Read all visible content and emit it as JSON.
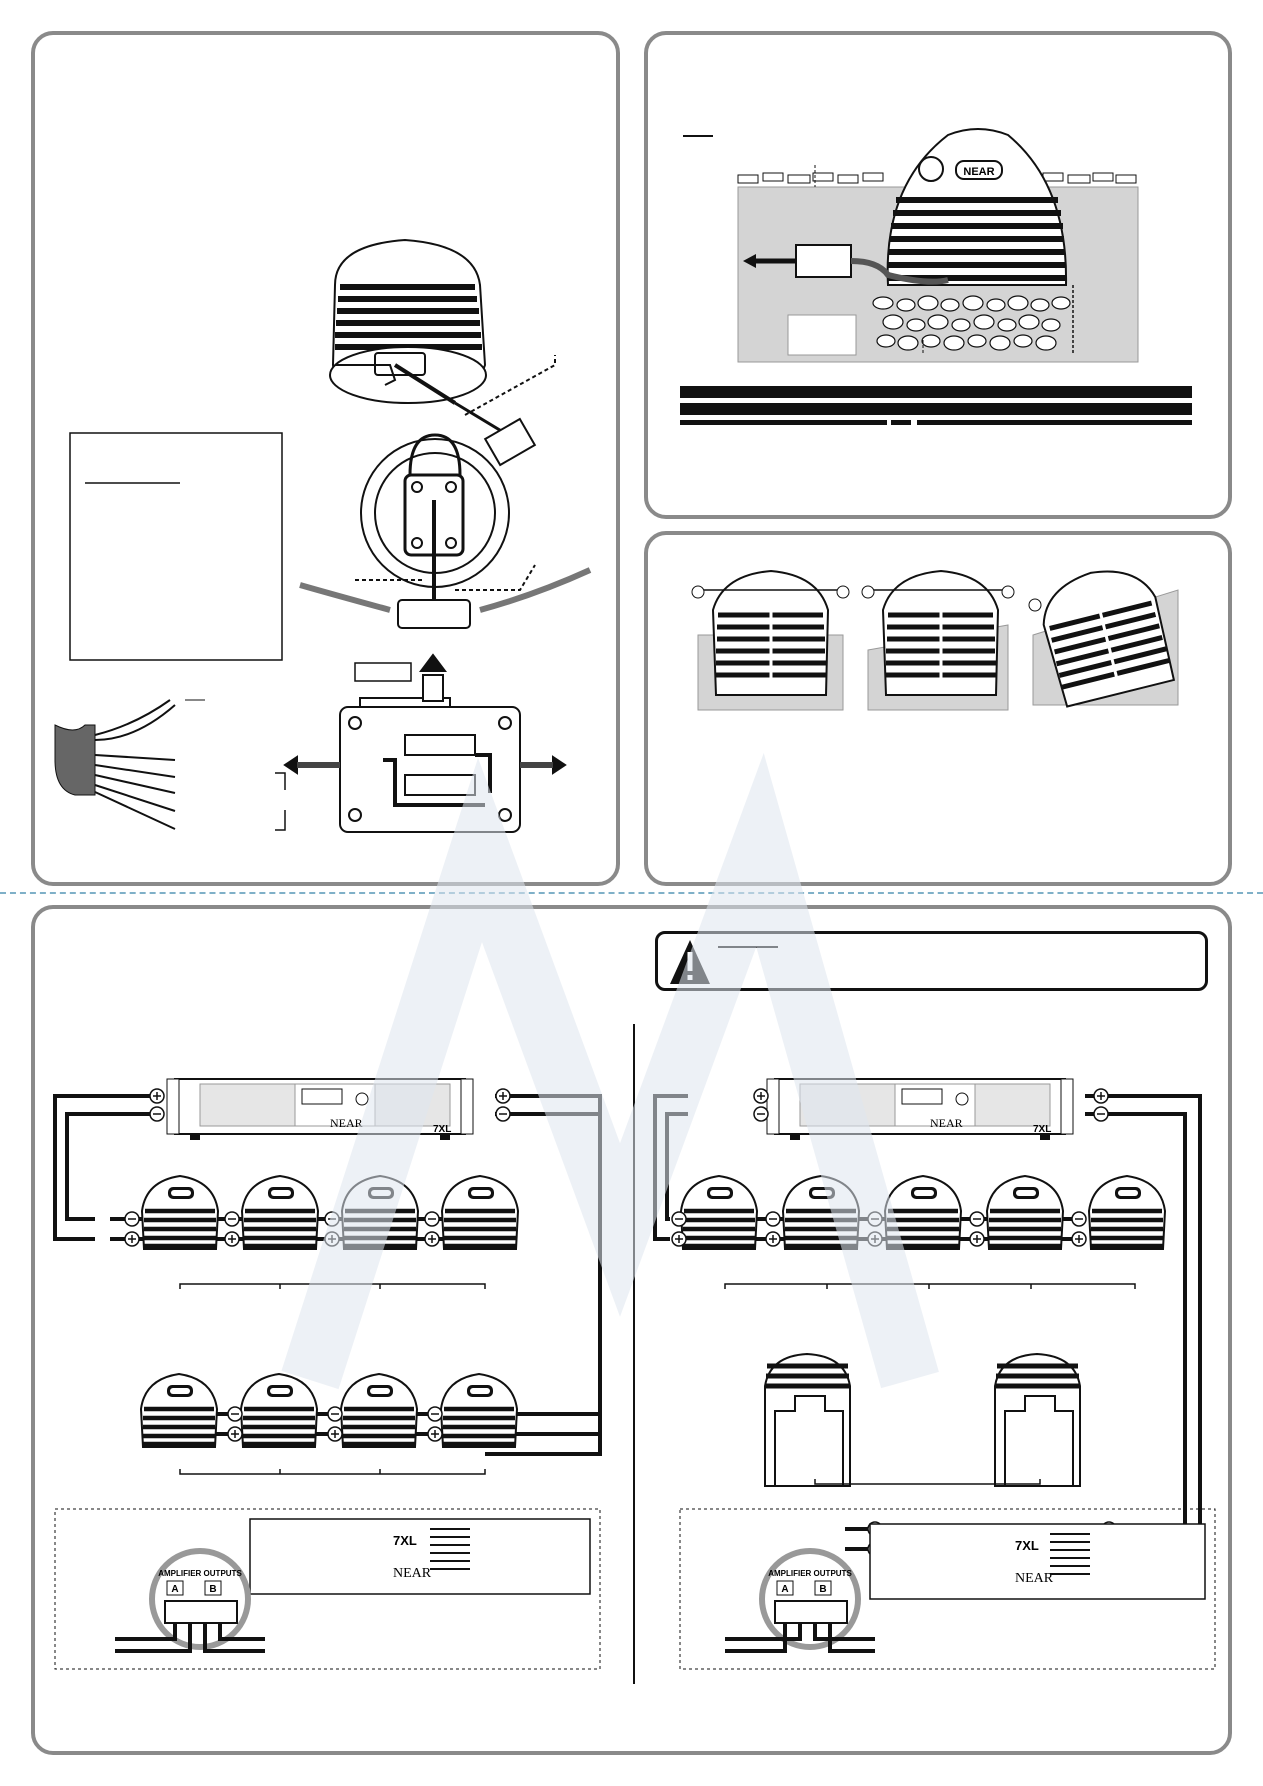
{
  "brand": {
    "logo_text": "NEAR",
    "amp_model": "7XL"
  },
  "amp_rear": {
    "outputs_label": "AMPLIFIER OUTPUTS",
    "channel_a": "A",
    "channel_b": "B",
    "minus": "–",
    "plus": "+"
  },
  "symbols": {
    "plus": "+",
    "minus": "–"
  },
  "colors": {
    "panel_border": "#8a8a8a",
    "ink": "#111111",
    "ground": "#d4d4d4",
    "dashed_separator": "#7fb0c8"
  },
  "icons": [
    "warning-triangle-icon",
    "arrow-icon",
    "speaker-icon",
    "amplifier-icon",
    "junction-box-icon"
  ]
}
